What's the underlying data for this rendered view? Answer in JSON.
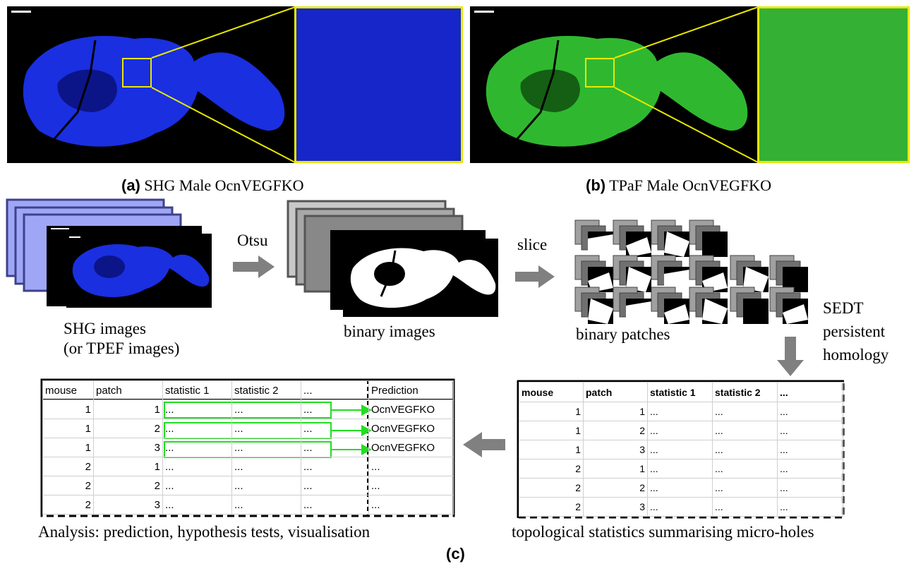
{
  "captions": {
    "a_letter": "(a)",
    "a_text": "SHG Male OcnVEGFKO",
    "b_letter": "(b)",
    "b_text": "TPaF Male OcnVEGFKO",
    "c_letter": "(c)"
  },
  "pipeline": {
    "shg_images": "SHG images",
    "tpef_images": "(or TPEF images)",
    "otsu": "Otsu",
    "binary_images": "binary images",
    "slice": "slice",
    "binary_patches": "binary patches",
    "sedt": "SEDT",
    "persistent": "persistent",
    "homology": "homology",
    "stats_caption": "topological statistics summarising micro-holes",
    "analysis_caption": "Analysis: prediction, hypothesis tests, visualisation"
  },
  "stats_table": {
    "headers": [
      "mouse",
      "patch",
      "statistic 1",
      "statistic 2",
      "..."
    ],
    "rows": [
      [
        "1",
        "1",
        "...",
        "...",
        "..."
      ],
      [
        "1",
        "2",
        "...",
        "...",
        "..."
      ],
      [
        "1",
        "3",
        "...",
        "...",
        "..."
      ],
      [
        "2",
        "1",
        "...",
        "...",
        "..."
      ],
      [
        "2",
        "2",
        "...",
        "...",
        "..."
      ],
      [
        "2",
        "3",
        "...",
        "...",
        "..."
      ]
    ]
  },
  "prediction_table": {
    "headers": [
      "mouse",
      "patch",
      "statistic 1",
      "statistic 2",
      "...",
      "Prediction"
    ],
    "rows": [
      [
        "1",
        "1",
        "...",
        "...",
        "...",
        "OcnVEGFKO"
      ],
      [
        "1",
        "2",
        "...",
        "...",
        "...",
        "OcnVEGFKO"
      ],
      [
        "1",
        "3",
        "...",
        "...",
        "...",
        "OcnVEGFKO"
      ],
      [
        "2",
        "1",
        "...",
        "...",
        "...",
        "..."
      ],
      [
        "2",
        "2",
        "...",
        "...",
        "...",
        "..."
      ],
      [
        "2",
        "3",
        "...",
        "...",
        "...",
        "..."
      ]
    ]
  },
  "colors": {
    "shg_blue": "#1a2fe0",
    "tpef_green": "#2fb82f",
    "zoom_yellow": "#e8e800",
    "highlight_green": "#22dd22",
    "arrow_gray": "#808080"
  }
}
